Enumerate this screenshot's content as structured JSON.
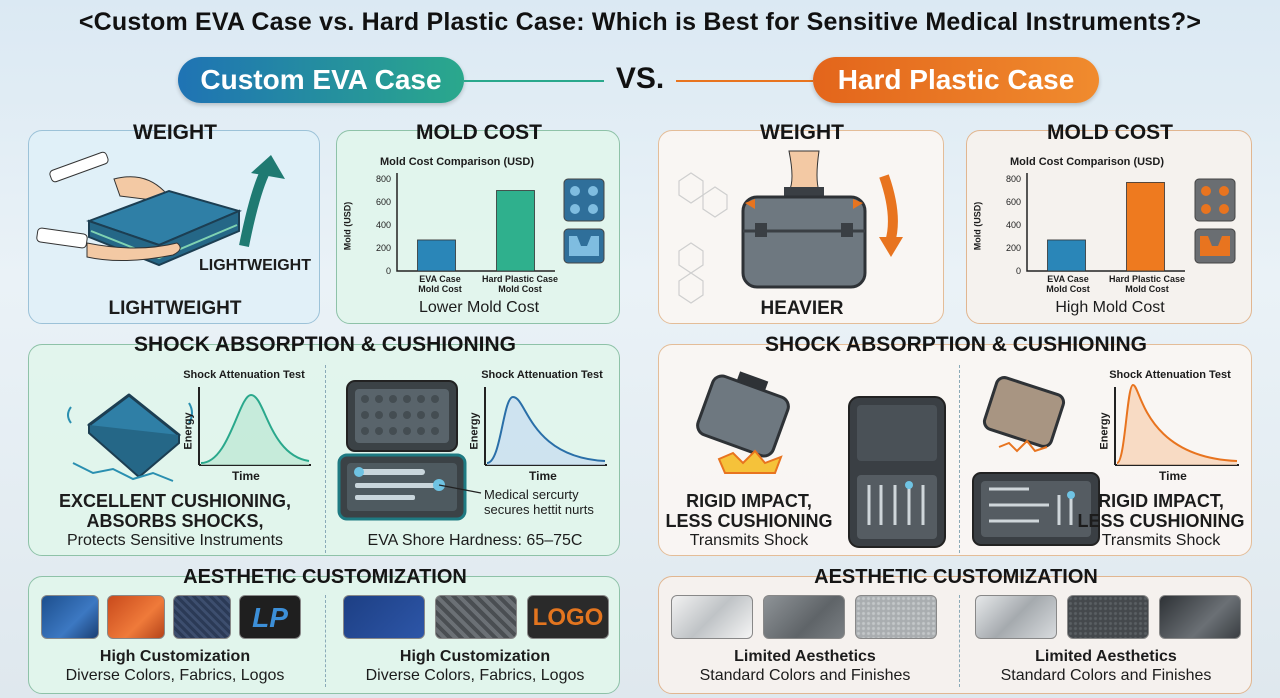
{
  "title": "<Custom EVA Case vs. Hard Plastic Case: Which is Best for Sensitive Medical Instruments?>",
  "left_pill": "Custom EVA Case",
  "vs": "VS.",
  "right_pill": "Hard Plastic Case",
  "colors": {
    "eva": "#2a8fb0",
    "hard": "#e8741f",
    "eva_green": "#2aa88c"
  },
  "eva": {
    "weight": {
      "heading": "WEIGHT",
      "arrow_label": "LIGHTWEIGHT",
      "caption": "LIGHTWEIGHT"
    },
    "mold": {
      "heading": "MOLD COST",
      "chart_title": "Mold Cost Comparison (USD)",
      "ylabel": "Mold (USD)",
      "cat1": "EVA Case",
      "cat1b": "Mold Cost",
      "cat2": "Hard Plastic Case",
      "cat2b": "Mold Cost",
      "caption": "Lower Mold Cost"
    },
    "shock": {
      "heading": "SHOCK ABSORPTION & CUSHIONING",
      "chart_title": "Shock Attenuation Test",
      "ylabel": "Energy",
      "xlabel": "Time",
      "line1": "EXCELLENT CUSHIONING,",
      "line2": "ABSORBS SHOCKS,",
      "line3": "Protects Sensitive Instruments",
      "chart2_title": "Shock Attenuation Test",
      "ylabel2": "Energy",
      "xlabel2": "Time",
      "note1": "Medical sercurty",
      "note2": "secures hettit nurts",
      "hardness": "EVA Shore Hardness: 65–75C"
    },
    "aesthetic": {
      "heading": "AESTHETIC CUSTOMIZATION",
      "logo1": "LP",
      "logo2": "LOGO",
      "l1": "High Customization",
      "l2": "Diverse Colors, Fabrics, Logos",
      "r1": "High Customization",
      "r2": "Diverse Colors, Fabrics, Logos"
    }
  },
  "hard": {
    "weight": {
      "heading": "WEIGHT",
      "caption": "HEAVIER"
    },
    "mold": {
      "heading": "MOLD COST",
      "chart_title": "Mold Cost Comparison (USD)",
      "ylabel": "Mold (USD)",
      "cat1": "EVA Case",
      "cat1b": "Mold Cost",
      "cat2": "Hard Plastic Case",
      "cat2b": "Mold Cost",
      "caption": "High Mold Cost"
    },
    "shock": {
      "heading": "SHOCK ABSORPTION & CUSHIONING",
      "l1": "RIGID IMPACT,",
      "l2": "LESS CUSHIONING",
      "l3": "Transmits Shock",
      "chart_title": "Shock Attenuation Test",
      "ylabel": "Energy",
      "xlabel": "Time",
      "r1": "RIGID IMPACT,",
      "r2": "LESS CUSHIONING",
      "r3": "Transmits Shock"
    },
    "aesthetic": {
      "heading": "AESTHETIC CUSTOMIZATION",
      "l1": "Limited Aesthetics",
      "l2": "Standard Colors and Finishes",
      "r1": "Limited Aesthetics",
      "r2": "Standard Colors and Finishes"
    }
  },
  "chart_data": [
    {
      "type": "bar",
      "title": "Mold Cost Comparison (USD)",
      "ylabel": "Mold (USD)",
      "categories": [
        "EVA Case Mold Cost",
        "Hard Plastic Case Mold Cost"
      ],
      "values": [
        270,
        700
      ],
      "ylim": [
        0,
        800
      ],
      "yticks": [
        0,
        200,
        400,
        600,
        800
      ],
      "colors": [
        "#2a86b8",
        "#2fb08d"
      ]
    },
    {
      "type": "bar",
      "title": "Mold Cost Comparison (USD)",
      "ylabel": "Mold (USD)",
      "categories": [
        "EVA Case Mold Cost",
        "Hard Plastic Case Mold Cost"
      ],
      "values": [
        270,
        770
      ],
      "ylim": [
        0,
        800
      ],
      "yticks": [
        0,
        200,
        400,
        600,
        800
      ],
      "colors": [
        "#2a86b8",
        "#ee7a1f"
      ]
    }
  ]
}
